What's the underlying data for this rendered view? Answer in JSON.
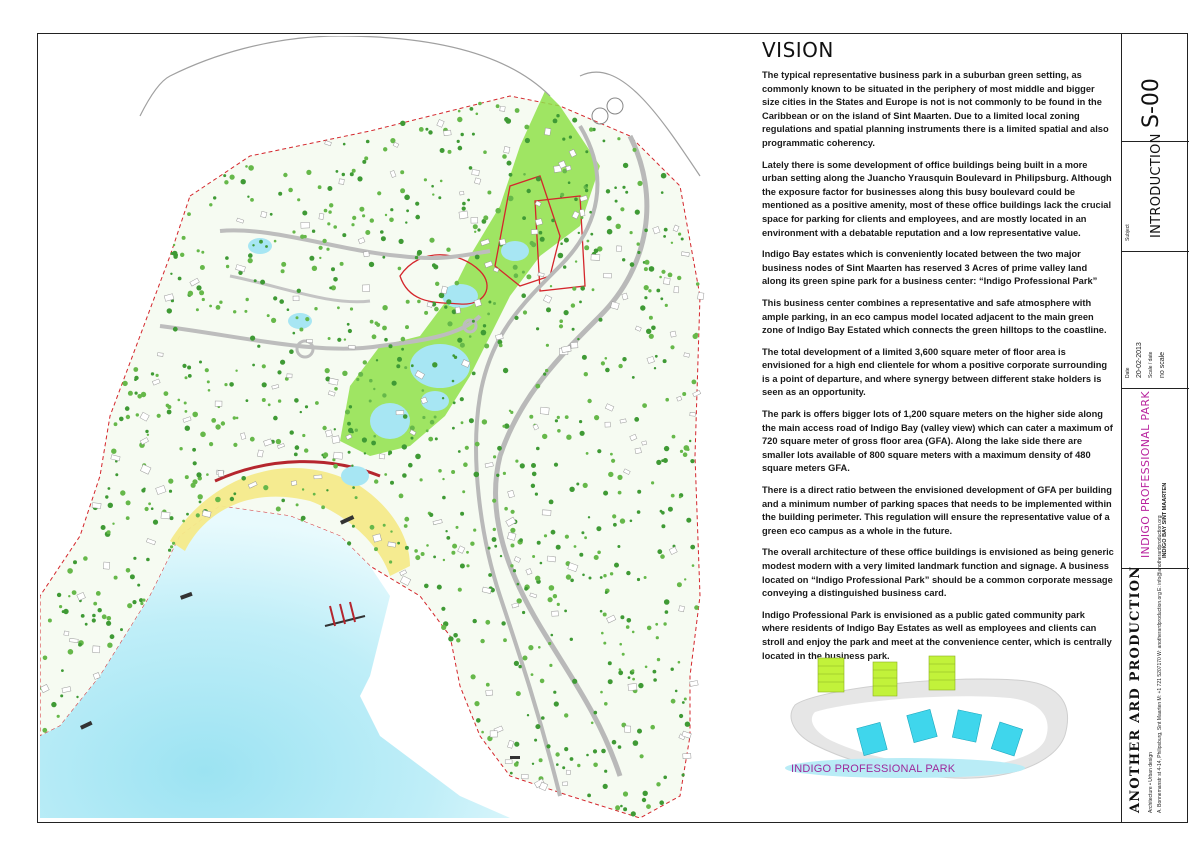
{
  "vision": {
    "title": "VISION",
    "paragraphs": [
      "The typical representative business park in a suburban green setting, as commonly known to be situated in the periphery of most middle and bigger size cities in the States and Europe is not is not commonly to be found in the Caribbean or on the island of Sint Maarten. Due to a limited local zoning regulations and spatial planning instruments there is a limited spatial and also programmatic coherency.",
      "Lately there is some development of office buildings being built in a more urban setting along the Juancho Yrausquin Boulevard in Philipsburg. Although the exposure factor for businesses along this busy boulevard could be mentioned as a positive amenity, most of these office buildings lack the crucial space for parking for clients and employees, and are mostly located in an environment with a debatable reputation and a low representative value.",
      "Indigo Bay estates which is conveniently located between the two major business nodes of Sint Maarten has reserved 3 Acres of prime valley land along its green spine park for a business center:  “Indigo Professional Park”",
      " This business center combines a representative and safe atmosphere with ample parking, in an eco campus model located adjacent to the main green zone of Indigo Bay Estated which connects the green hilltops to the coastline.",
      "The total development of a limited 3,600 square meter of floor area is envisioned for a high end clientele for whom a positive corporate surrounding is a point of departure, and where synergy between different stake holders is seen as an opportunity.",
      "The park is offers bigger lots of 1,200 square meters on the higher side along the main access road of Indigo Bay (valley view) which can cater a maximum of 720 square meter of gross floor area (GFA). Along the lake side there are smaller lots available of 800 square meters with a maximum density of 480 square meters GFA.",
      "There is a direct ratio between the envisioned development of GFA per building and a minimum number of parking spaces that needs to be implemented within the building perimeter. This regulation will ensure the representative value of a green eco campus as a whole in the future.",
      "The overall architecture of these office buildings is envisioned as being generic modest modern with a very limited landmark function and signage. A business located on “Indigo Professional Park” should be a common corporate message conveying a distinguished business card.",
      "Indigo Professional Park is envisioned as a public gated community park where residents of Indigo Bay Estates as well as employees and clients can stroll and enjoy the park and meet at the convenience center, which is centrally located in the business park."
    ]
  },
  "illustration": {
    "caption": "INDIGO PROFESSIONAL PARK"
  },
  "title_block": {
    "sheet_number": "S-00",
    "subject_label": "Subject",
    "subject": "INTRODUCTION",
    "date_label": "Date",
    "date": "20-02-2013",
    "scale_label": "Scale / date",
    "scale": "no scale",
    "project_name": "INDIGO PROFESSIONAL PARK",
    "project_location": "INDIGO BAY SINT MAARTEN",
    "firm": "ANOTHER ARD PRODUCTION",
    "firm_sub": "Architecture • Urban design",
    "firm_address": "A. Bonnemanstr st 4-14, Philipsburg, Sint Maarten  M: +1 721 5207170  W: anotherardproduction.org  E: info@anotherardproduction.org"
  },
  "colors": {
    "sea": "#7fd8ea",
    "green_park": "#8fe04a",
    "beach": "#f4ea8a",
    "boundary_red": "#d4262c",
    "project_magenta": "#b8239e",
    "building_cyan": "#3fd6ec",
    "building_lime": "#c2f23a"
  }
}
